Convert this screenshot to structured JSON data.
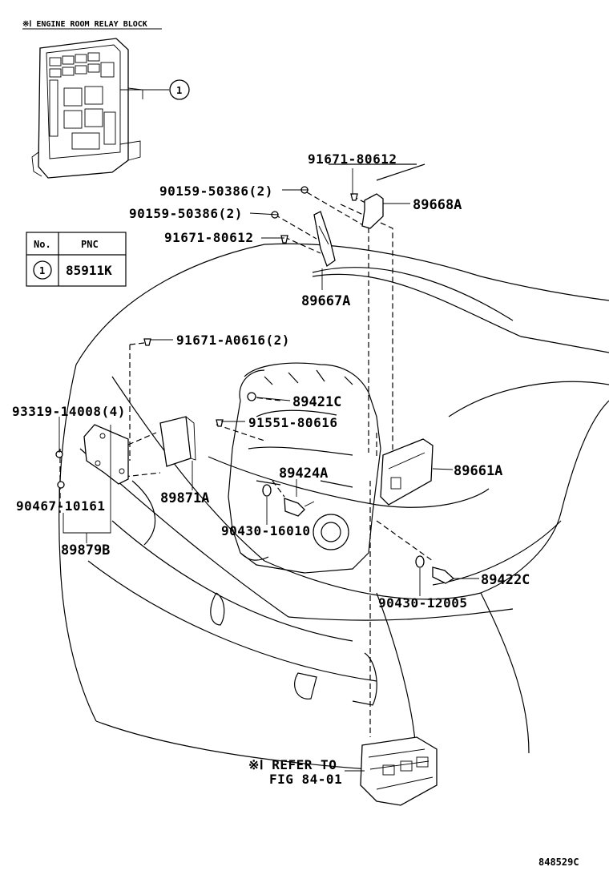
{
  "header_note": "※Ⅰ ENGINE ROOM RELAY BLOCK",
  "callout_1": "1",
  "table": {
    "col_no": "No.",
    "col_pnc": "PNC",
    "row_no": "1",
    "row_pnc": "85911K"
  },
  "labels": {
    "p91671_80612_top": "91671-80612",
    "p90159_50386_a": "90159-50386(2)",
    "p89668A": "89668A",
    "p90159_50386_b": "90159-50386(2)",
    "p91671_80612_mid": "91671-80612",
    "p89667A": "89667A",
    "p91671_A0616": "91671-A0616(2)",
    "p89421C": "89421C",
    "p93319_14008": "93319-14008(4)",
    "p91551_80616": "91551-80616",
    "p89661A": "89661A",
    "p89424A": "89424A",
    "p90467_10161": "90467-10161",
    "p89871A": "89871A",
    "p90430_16010": "90430-16010",
    "p89879B": "89879B",
    "p89422C": "89422C",
    "p90430_12005": "90430-12005"
  },
  "refer": {
    "line1": "※Ⅰ REFER TO",
    "line2": "FIG 84-01"
  },
  "figure_code": "848529C"
}
